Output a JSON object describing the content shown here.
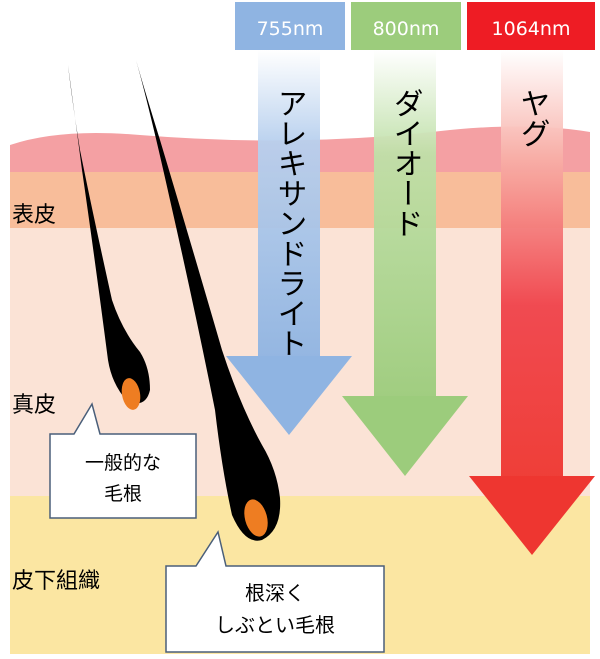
{
  "layers": {
    "epidermis": "表皮",
    "dermis": "真皮",
    "subcutaneous": "皮下組織"
  },
  "lasers": [
    {
      "wavelength": "755nm",
      "name": "アレキサンドライト",
      "color": "#8fb4e2"
    },
    {
      "wavelength": "800nm",
      "name": "ダイオード",
      "color": "#9ccc7c"
    },
    {
      "wavelength": "1064nm",
      "name": "ヤグ",
      "color": "#f0323a"
    }
  ],
  "callouts": {
    "normal_root": [
      "一般的な",
      "毛根"
    ],
    "deep_root": [
      "根深く",
      "しぶとい毛根"
    ]
  },
  "colors": {
    "skin_surface": "#f4a0a3",
    "epidermis": "#f8bd9a",
    "dermis": "#fbe3d6",
    "subcutaneous": "#fbe6a2",
    "hair": "#000000",
    "bulb": "#ee7d22"
  }
}
